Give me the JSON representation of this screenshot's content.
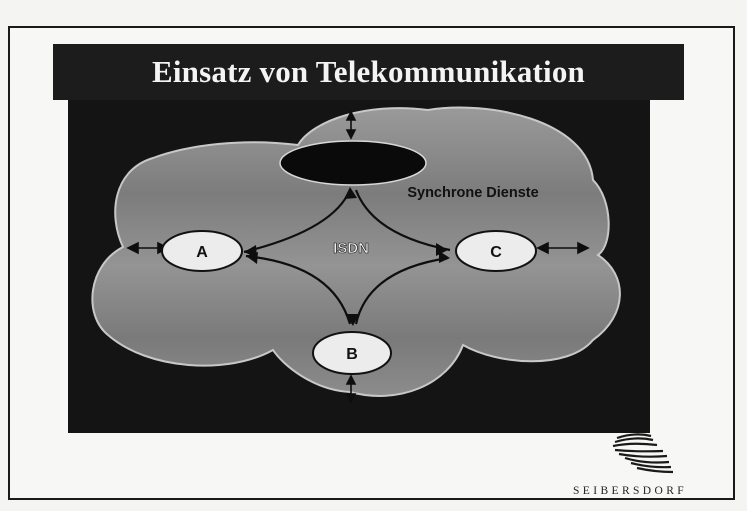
{
  "title": "Einsatz von Telekommunikation",
  "network": {
    "cloud_label": "Synchrone Dienste",
    "center_label": "ISDN",
    "nodes": [
      {
        "id": "A",
        "label": "A"
      },
      {
        "id": "B",
        "label": "B"
      },
      {
        "id": "C",
        "label": "C"
      }
    ]
  },
  "logo": {
    "text": "SEIBERSDORF",
    "icon": "seibersdorf-logo-icon"
  },
  "colors": {
    "title_bar": "#1c1c1c",
    "panel": "#141414",
    "cloud": "#8a8a8a",
    "node_fill": "#ececec"
  }
}
